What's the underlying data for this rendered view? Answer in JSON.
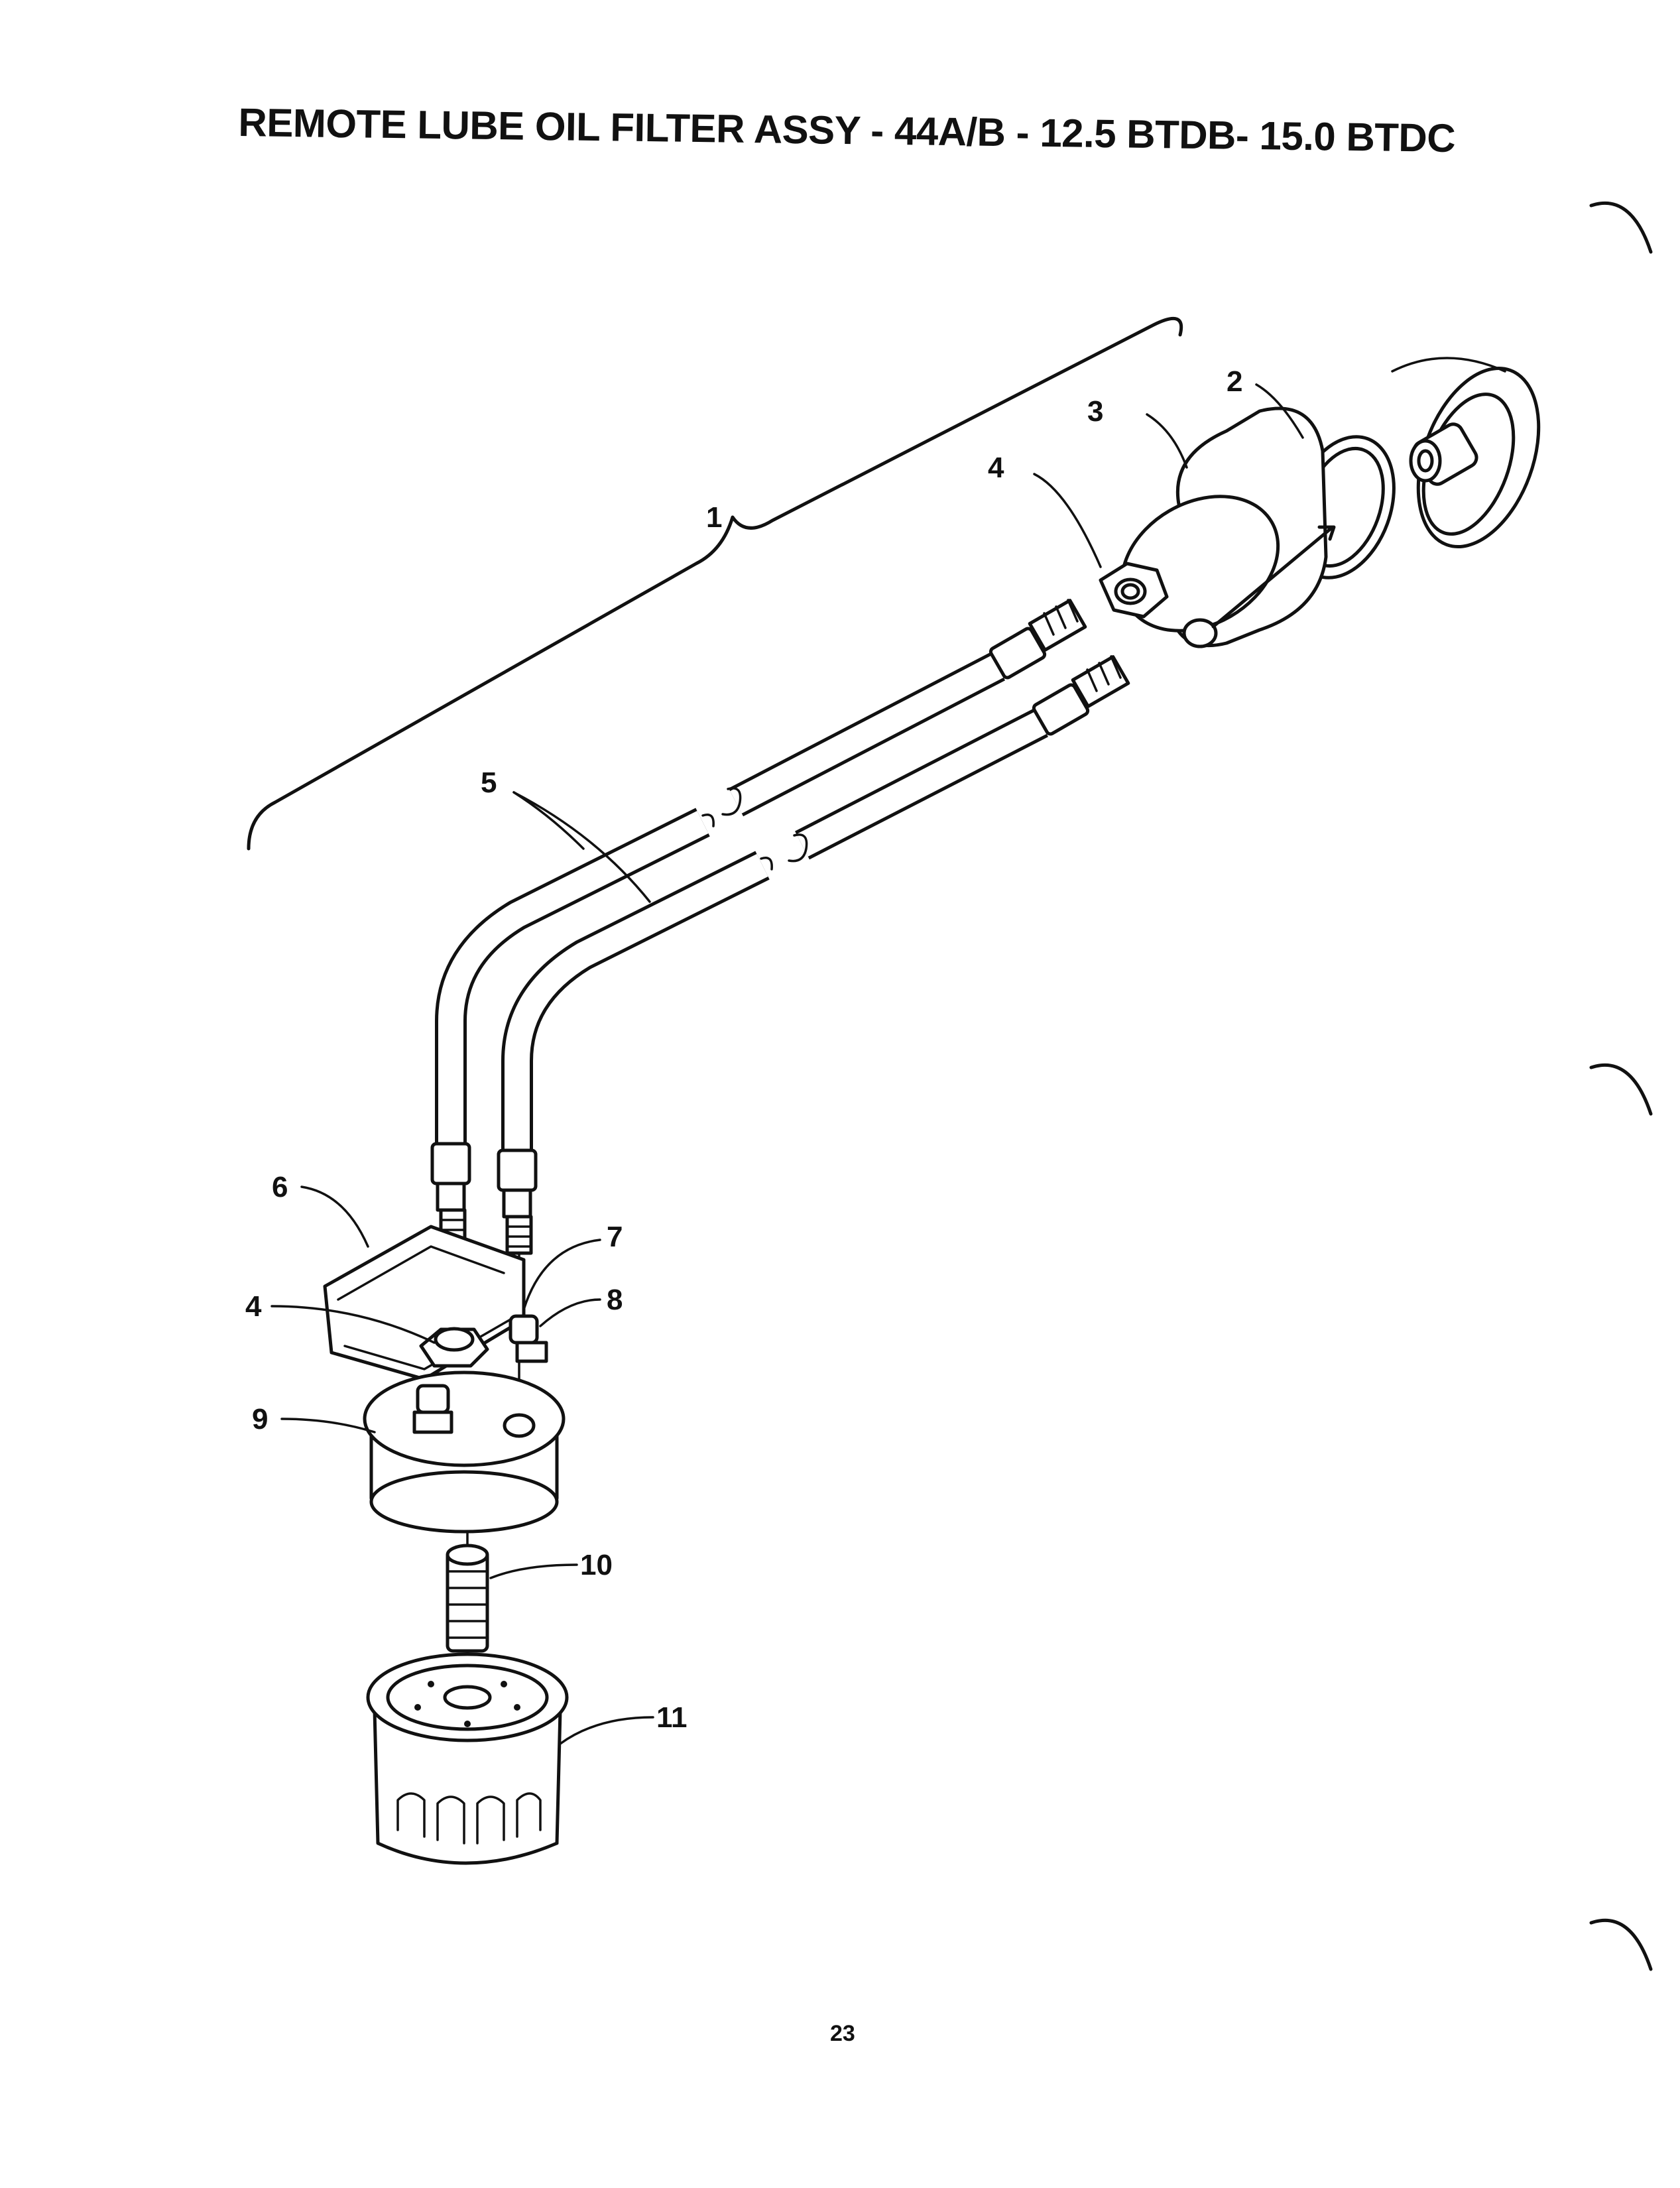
{
  "page": {
    "title": "REMOTE LUBE OIL FILTER ASSY - 44A/B - 12.5 BTDB- 15.0 BTDC",
    "page_number": "23"
  },
  "diagram": {
    "callouts": [
      {
        "id": "1",
        "label": "1"
      },
      {
        "id": "2",
        "label": "2"
      },
      {
        "id": "3",
        "label": "3"
      },
      {
        "id": "4a",
        "label": "4"
      },
      {
        "id": "5",
        "label": "5"
      },
      {
        "id": "6",
        "label": "6"
      },
      {
        "id": "4b",
        "label": "4"
      },
      {
        "id": "7",
        "label": "7"
      },
      {
        "id": "8",
        "label": "8"
      },
      {
        "id": "9",
        "label": "9"
      },
      {
        "id": "10",
        "label": "10"
      },
      {
        "id": "11",
        "label": "11"
      }
    ]
  }
}
